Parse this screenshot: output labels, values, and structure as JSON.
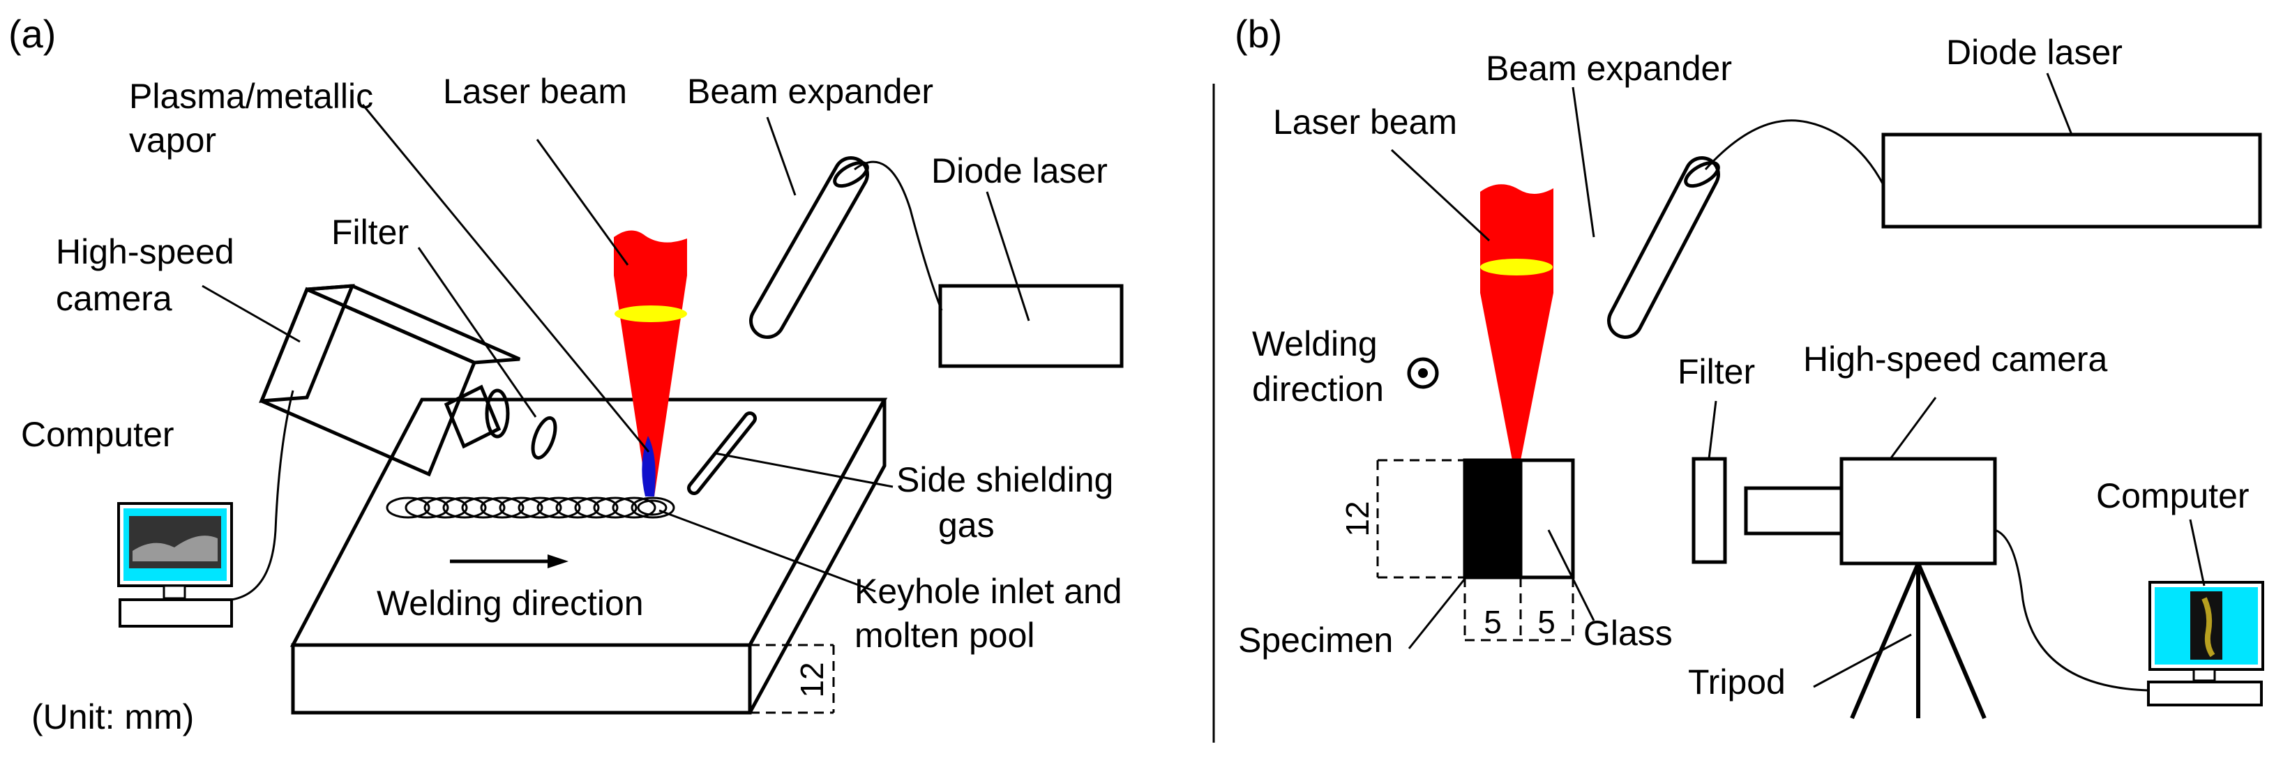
{
  "panel_a": {
    "tag": "(a)",
    "labels": {
      "plasma_line1": "Plasma/metallic",
      "plasma_line2": "vapor",
      "laser_beam": "Laser beam",
      "beam_expander": "Beam expander",
      "diode_laser": "Diode laser",
      "high_speed_line1": "High-speed",
      "high_speed_line2": "camera",
      "filter": "Filter",
      "computer": "Computer",
      "side_shielding_line1": "Side shielding",
      "side_shielding_line2": "gas",
      "keyhole_line1": "Keyhole inlet and",
      "keyhole_line2": "molten pool",
      "welding_direction": "Welding direction",
      "unit": "(Unit: mm)",
      "thickness": "12"
    }
  },
  "panel_b": {
    "tag": "(b)",
    "labels": {
      "beam_expander": "Beam expander",
      "diode_laser": "Diode laser",
      "laser_beam": "Laser beam",
      "welding_line1": "Welding",
      "welding_line2": "direction",
      "filter": "Filter",
      "high_speed_camera": "High-speed camera",
      "computer": "Computer",
      "height": "12",
      "width_specimen": "5",
      "width_glass": "5",
      "specimen": "Specimen",
      "glass": "Glass",
      "tripod": "Tripod"
    }
  },
  "colors": {
    "laser": "#ff0000",
    "focus": "#ffff00",
    "plasma": "#1010cc",
    "screen": "#00e5ff"
  }
}
